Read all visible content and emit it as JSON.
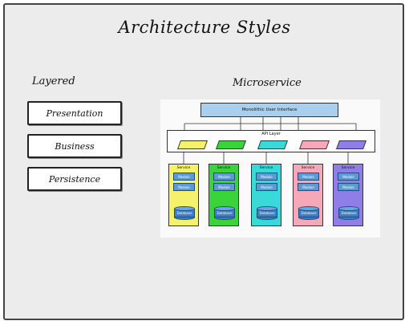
{
  "title": "Architecture Styles",
  "layered": {
    "heading": "Layered",
    "layers": [
      "Presentation",
      "Business",
      "Persistence"
    ]
  },
  "microservice": {
    "heading": "Microservice",
    "diagram": {
      "monolith_label": "Monolithic User Interface",
      "api_label": "API Layer",
      "service_label": "Service",
      "module_label": "Module",
      "database_label": "Database",
      "colors": [
        "#f4f26b",
        "#3ad33a",
        "#39d9d9",
        "#f5a9b8",
        "#8f7de8"
      ]
    }
  }
}
